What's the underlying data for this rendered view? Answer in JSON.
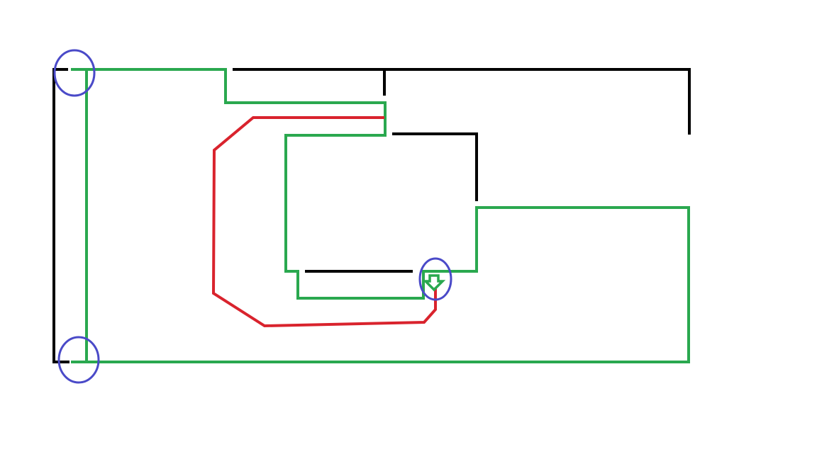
{
  "colors": {
    "background": "#ffffff",
    "black": "#000000",
    "green": "#2aa84f",
    "red": "#d9232d",
    "blue": "#4a4ac8"
  },
  "paths": [
    {
      "name": "black-frame-left",
      "color": "black"
    },
    {
      "name": "black-top-beam",
      "color": "black"
    },
    {
      "name": "black-inner-bracket",
      "color": "black"
    },
    {
      "name": "black-lower-segment",
      "color": "black"
    },
    {
      "name": "green-main-route",
      "color": "green"
    },
    {
      "name": "red-route",
      "color": "red"
    }
  ],
  "markers": [
    {
      "name": "highlight-circle-top-left",
      "color": "blue"
    },
    {
      "name": "highlight-circle-bottom-left",
      "color": "blue"
    },
    {
      "name": "highlight-circle-center",
      "color": "blue"
    }
  ],
  "icons": [
    {
      "name": "down-arrow-icon",
      "color": "green"
    }
  ]
}
